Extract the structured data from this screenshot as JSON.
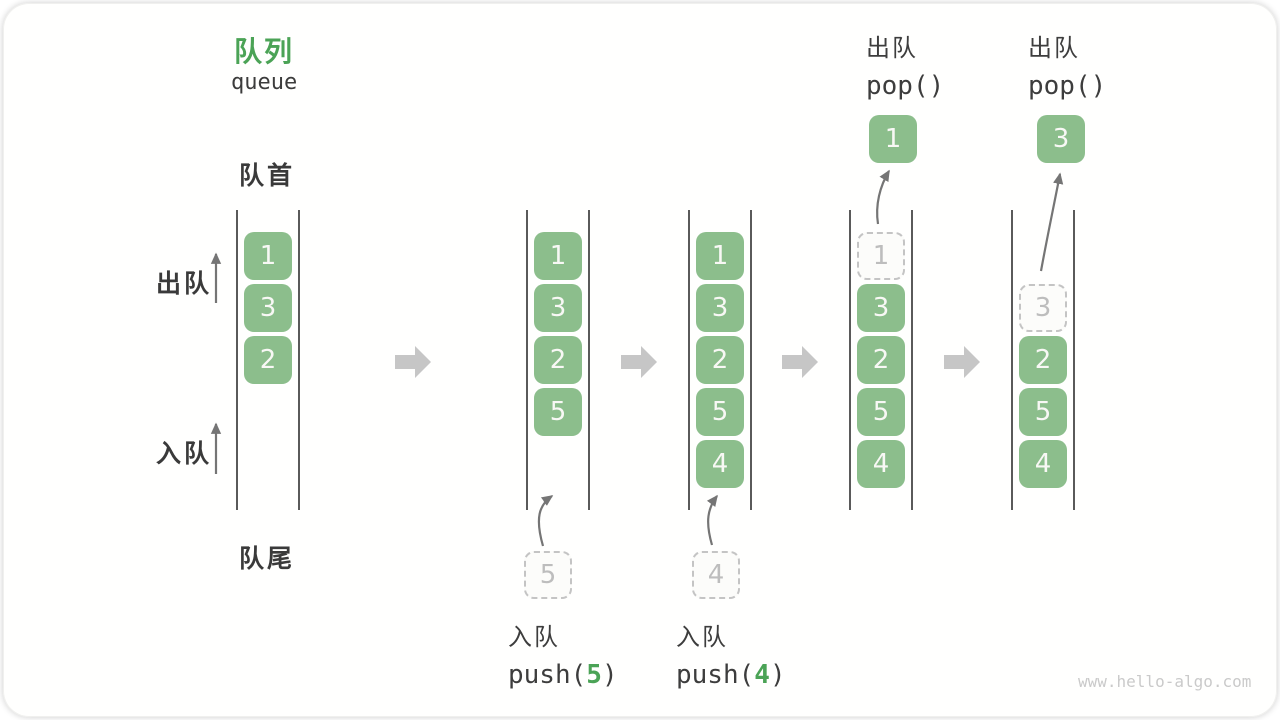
{
  "header": {
    "title_cn": "队列",
    "title_en": "queue"
  },
  "side_labels": {
    "front": "队首",
    "rear": "队尾",
    "dequeue": "出队",
    "enqueue": "入队"
  },
  "operations": {
    "push1": {
      "label": "入队",
      "fn": "push(",
      "arg": "5",
      "close": ")"
    },
    "push2": {
      "label": "入队",
      "fn": "push(",
      "arg": "4",
      "close": ")"
    },
    "pop1": {
      "label": "出队",
      "fn": "pop()"
    },
    "pop2": {
      "label": "出队",
      "fn": "pop()"
    }
  },
  "queues": [
    {
      "cells": [
        {
          "row": 0,
          "value": "1",
          "style": "solid"
        },
        {
          "row": 1,
          "value": "3",
          "style": "solid"
        },
        {
          "row": 2,
          "value": "2",
          "style": "solid"
        }
      ]
    },
    {
      "cells": [
        {
          "row": 0,
          "value": "1",
          "style": "solid"
        },
        {
          "row": 1,
          "value": "3",
          "style": "solid"
        },
        {
          "row": 2,
          "value": "2",
          "style": "solid"
        },
        {
          "row": 3,
          "value": "5",
          "style": "solid"
        }
      ],
      "incoming": "5"
    },
    {
      "cells": [
        {
          "row": 0,
          "value": "1",
          "style": "solid"
        },
        {
          "row": 1,
          "value": "3",
          "style": "solid"
        },
        {
          "row": 2,
          "value": "2",
          "style": "solid"
        },
        {
          "row": 3,
          "value": "5",
          "style": "solid"
        },
        {
          "row": 4,
          "value": "4",
          "style": "solid"
        }
      ],
      "incoming": "4"
    },
    {
      "cells": [
        {
          "row": 0,
          "value": "1",
          "style": "dashed"
        },
        {
          "row": 1,
          "value": "3",
          "style": "solid"
        },
        {
          "row": 2,
          "value": "2",
          "style": "solid"
        },
        {
          "row": 3,
          "value": "5",
          "style": "solid"
        },
        {
          "row": 4,
          "value": "4",
          "style": "solid"
        }
      ],
      "popped": "1"
    },
    {
      "cells": [
        {
          "row": 1,
          "value": "3",
          "style": "dashed"
        },
        {
          "row": 2,
          "value": "2",
          "style": "solid"
        },
        {
          "row": 3,
          "value": "5",
          "style": "solid"
        },
        {
          "row": 4,
          "value": "4",
          "style": "solid"
        }
      ],
      "popped": "3"
    }
  ],
  "footer": {
    "watermark": "www.hello-algo.com"
  },
  "colors": {
    "accent_green": "#4ba356",
    "box_green": "#8cbe8c",
    "cell_text": "#f8f8f5",
    "text_dark": "#3c3c3c",
    "line_gray": "#5a5a5a",
    "block_arrow_gray": "#c6c6c6",
    "thin_arrow_gray": "#757575",
    "dashed_gray": "#c4c4c4",
    "dashed_text_gray": "#bdbdbd",
    "watermark_gray": "#cacaca"
  }
}
